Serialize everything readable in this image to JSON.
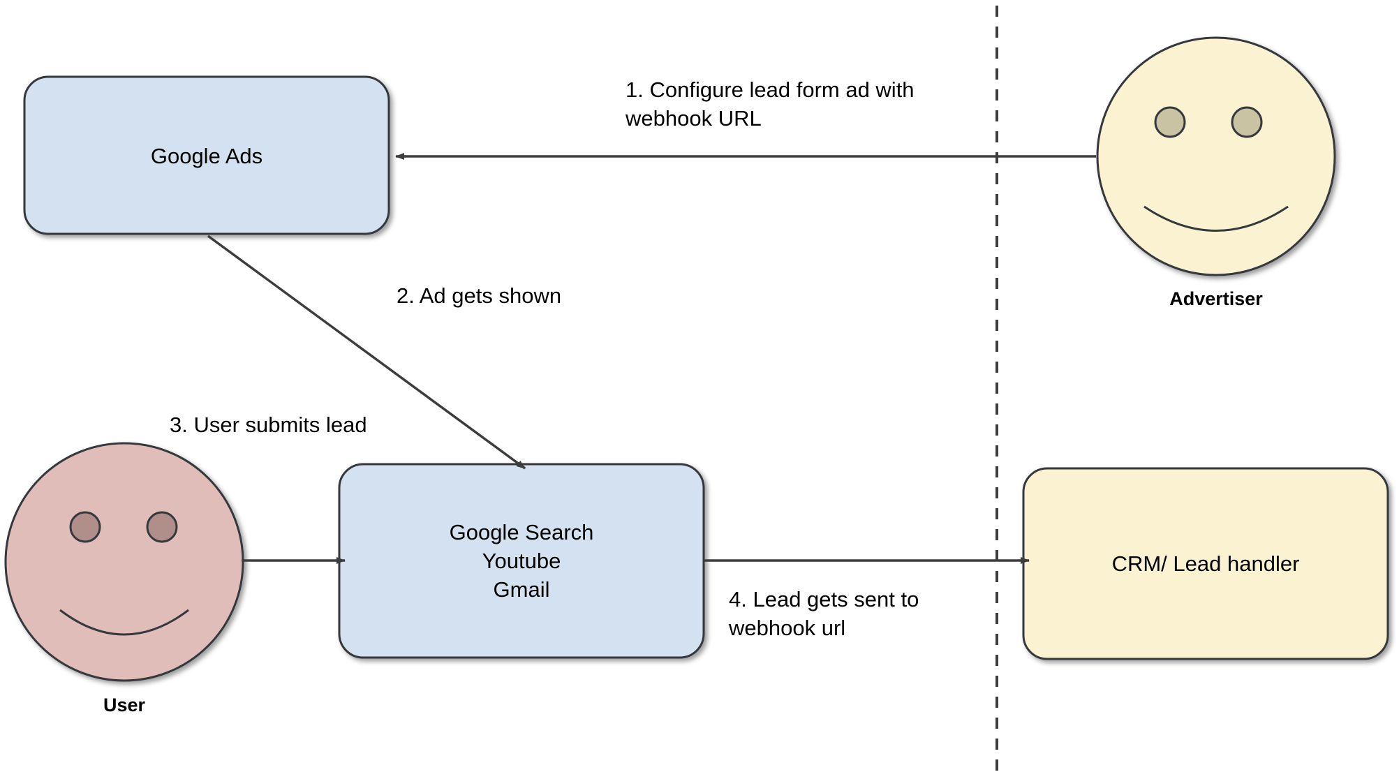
{
  "diagram": {
    "title": "Google Ads lead form webhook flow",
    "background_color": "#ffffff",
    "divider": {
      "name": "boundary-divider",
      "style": "dashed-vertical",
      "color": "#3d3d3d"
    },
    "nodes": [
      {
        "id": "google-ads",
        "label": "Google Ads",
        "shape": "rounded-rectangle",
        "fill": "#d4e1f0",
        "stroke": "#36393d"
      },
      {
        "id": "google-surfaces",
        "label": "Google Search\nYoutube\nGmail",
        "shape": "rounded-rectangle",
        "fill": "#d4e1f0",
        "stroke": "#36393d"
      },
      {
        "id": "crm-lead-handler",
        "label": "CRM/ Lead handler",
        "shape": "rounded-rectangle",
        "fill": "#faf2d0",
        "stroke": "#36393d"
      },
      {
        "id": "advertiser",
        "label": "Advertiser",
        "shape": "smiley-circle",
        "fill": "#faf2d0",
        "stroke": "#36393d",
        "eye_fill": "#c9c3a4"
      },
      {
        "id": "user",
        "label": "User",
        "shape": "smiley-circle",
        "fill": "#e0bdb8",
        "stroke": "#36393d",
        "eye_fill": "#b08f8a"
      }
    ],
    "edges": [
      {
        "id": "edge-1",
        "number": "1.",
        "label": "Configure lead form ad with\nwebhook URL",
        "from": "advertiser",
        "to": "google-ads",
        "color": "#3d3d3d"
      },
      {
        "id": "edge-2",
        "number": "2.",
        "label": "Ad gets shown",
        "from": "google-ads",
        "to": "google-surfaces",
        "color": "#3d3d3d"
      },
      {
        "id": "edge-3",
        "number": "3.",
        "label": "User submits lead",
        "from": "user",
        "to": "google-surfaces",
        "color": "#3d3d3d"
      },
      {
        "id": "edge-4",
        "number": "4.",
        "label": "Lead gets sent to\nwebhook url",
        "from": "google-surfaces",
        "to": "crm-lead-handler",
        "color": "#3d3d3d"
      }
    ],
    "labels": {
      "google_ads": "Google Ads",
      "google_surfaces": "Google Search\nYoutube\nGmail",
      "crm": "CRM/ Lead handler",
      "advertiser_caption": "Advertiser",
      "user_caption": "User",
      "step1": "1.  Configure lead form ad with\n     webhook URL",
      "step2": "2.  Ad gets shown",
      "step3": "3.  User submits lead",
      "step4": "4.  Lead gets sent to\n     webhook url"
    }
  }
}
